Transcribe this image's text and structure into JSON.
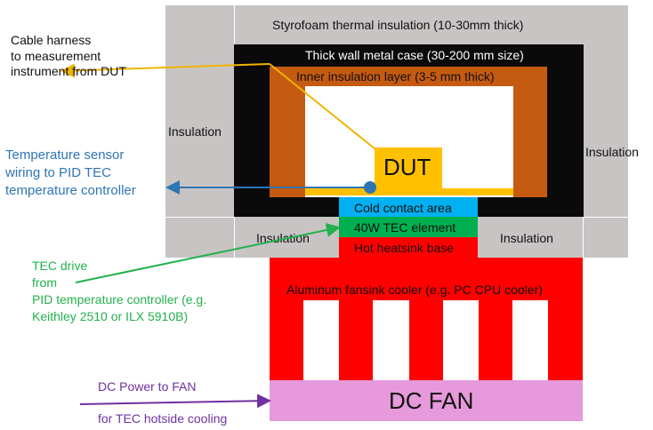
{
  "styrofoam_label": "Styrofoam thermal insulation (10-30mm thick)",
  "metal_case_label": "Thick wall metal case (30-200 mm size)",
  "inner_insulation_label": "Inner insulation layer (3-5 mm thick)",
  "dut_label": "DUT",
  "insulation_left_label": "Insulation",
  "insulation_right_label": "Insulation",
  "insulation_bottom_left_label": "Insulation",
  "insulation_bottom_right_label": "Insulation",
  "cold_contact_label": "Cold contact area",
  "tec_element_label": "40W TEC element",
  "hot_base_label": "Hot heatsink base",
  "fansink_label": "Aluminum fansink cooler (e.g. PC CPU cooler)",
  "dc_fan_label": "DC FAN",
  "cable_harness_annotation": [
    "Cable harness",
    "to measurement",
    "instrument from DUT"
  ],
  "temp_sensor_annotation": [
    "Temperature sensor",
    "wiring to PID TEC",
    "temperature controller"
  ],
  "tec_drive_annotation": [
    "TEC drive",
    "from",
    "PID temperature controller (e.g.",
    "Keithley 2510 or ILX 5910B)"
  ],
  "dc_power_annotation": "DC Power to FAN",
  "tec_hotside_annotation": "for TEC hotside cooling",
  "colors": {
    "styrofoam": "#c8c4c4",
    "metal_case": "#0a0a0a",
    "inner_insulation": "#c55a11",
    "dut": "#ffc000",
    "cold_contact": "#00b0f0",
    "tec_element": "#00b050",
    "hot_heatsink": "#ff0000",
    "fan": "#e699db",
    "cable_line": "#f0b400",
    "sensor_line": "#2e75b6",
    "tec_drive_line": "#22b14c",
    "fan_power_line": "#7030a0"
  }
}
